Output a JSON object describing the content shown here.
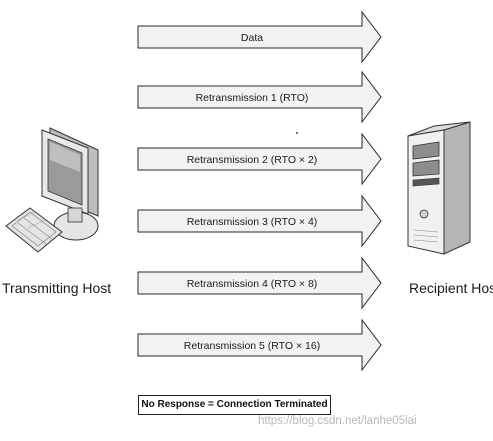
{
  "diagram": {
    "arrows": [
      {
        "label": "Data"
      },
      {
        "label": "Retransmission 1 (RTO)"
      },
      {
        "label": "Retransmission 2 (RTO × 2)"
      },
      {
        "label": "Retransmission 3 (RTO × 4)"
      },
      {
        "label": "Retransmission 4 (RTO × 8)"
      },
      {
        "label": "Retransmission 5 (RTO × 16)"
      }
    ],
    "transmitting_host": {
      "label": "Transmitting Host",
      "icon": "desktop-computer-icon"
    },
    "recipient_host": {
      "label": "Recipient Host",
      "icon": "server-tower-icon"
    },
    "terminated_label": "No Response = Connection Terminated"
  },
  "watermark": "https://blog.csdn.net/lanhe05lai",
  "colors": {
    "arrow_fill": "#f2f2f2",
    "arrow_stroke": "#2a2a2a",
    "text": "#1a1a1a"
  }
}
